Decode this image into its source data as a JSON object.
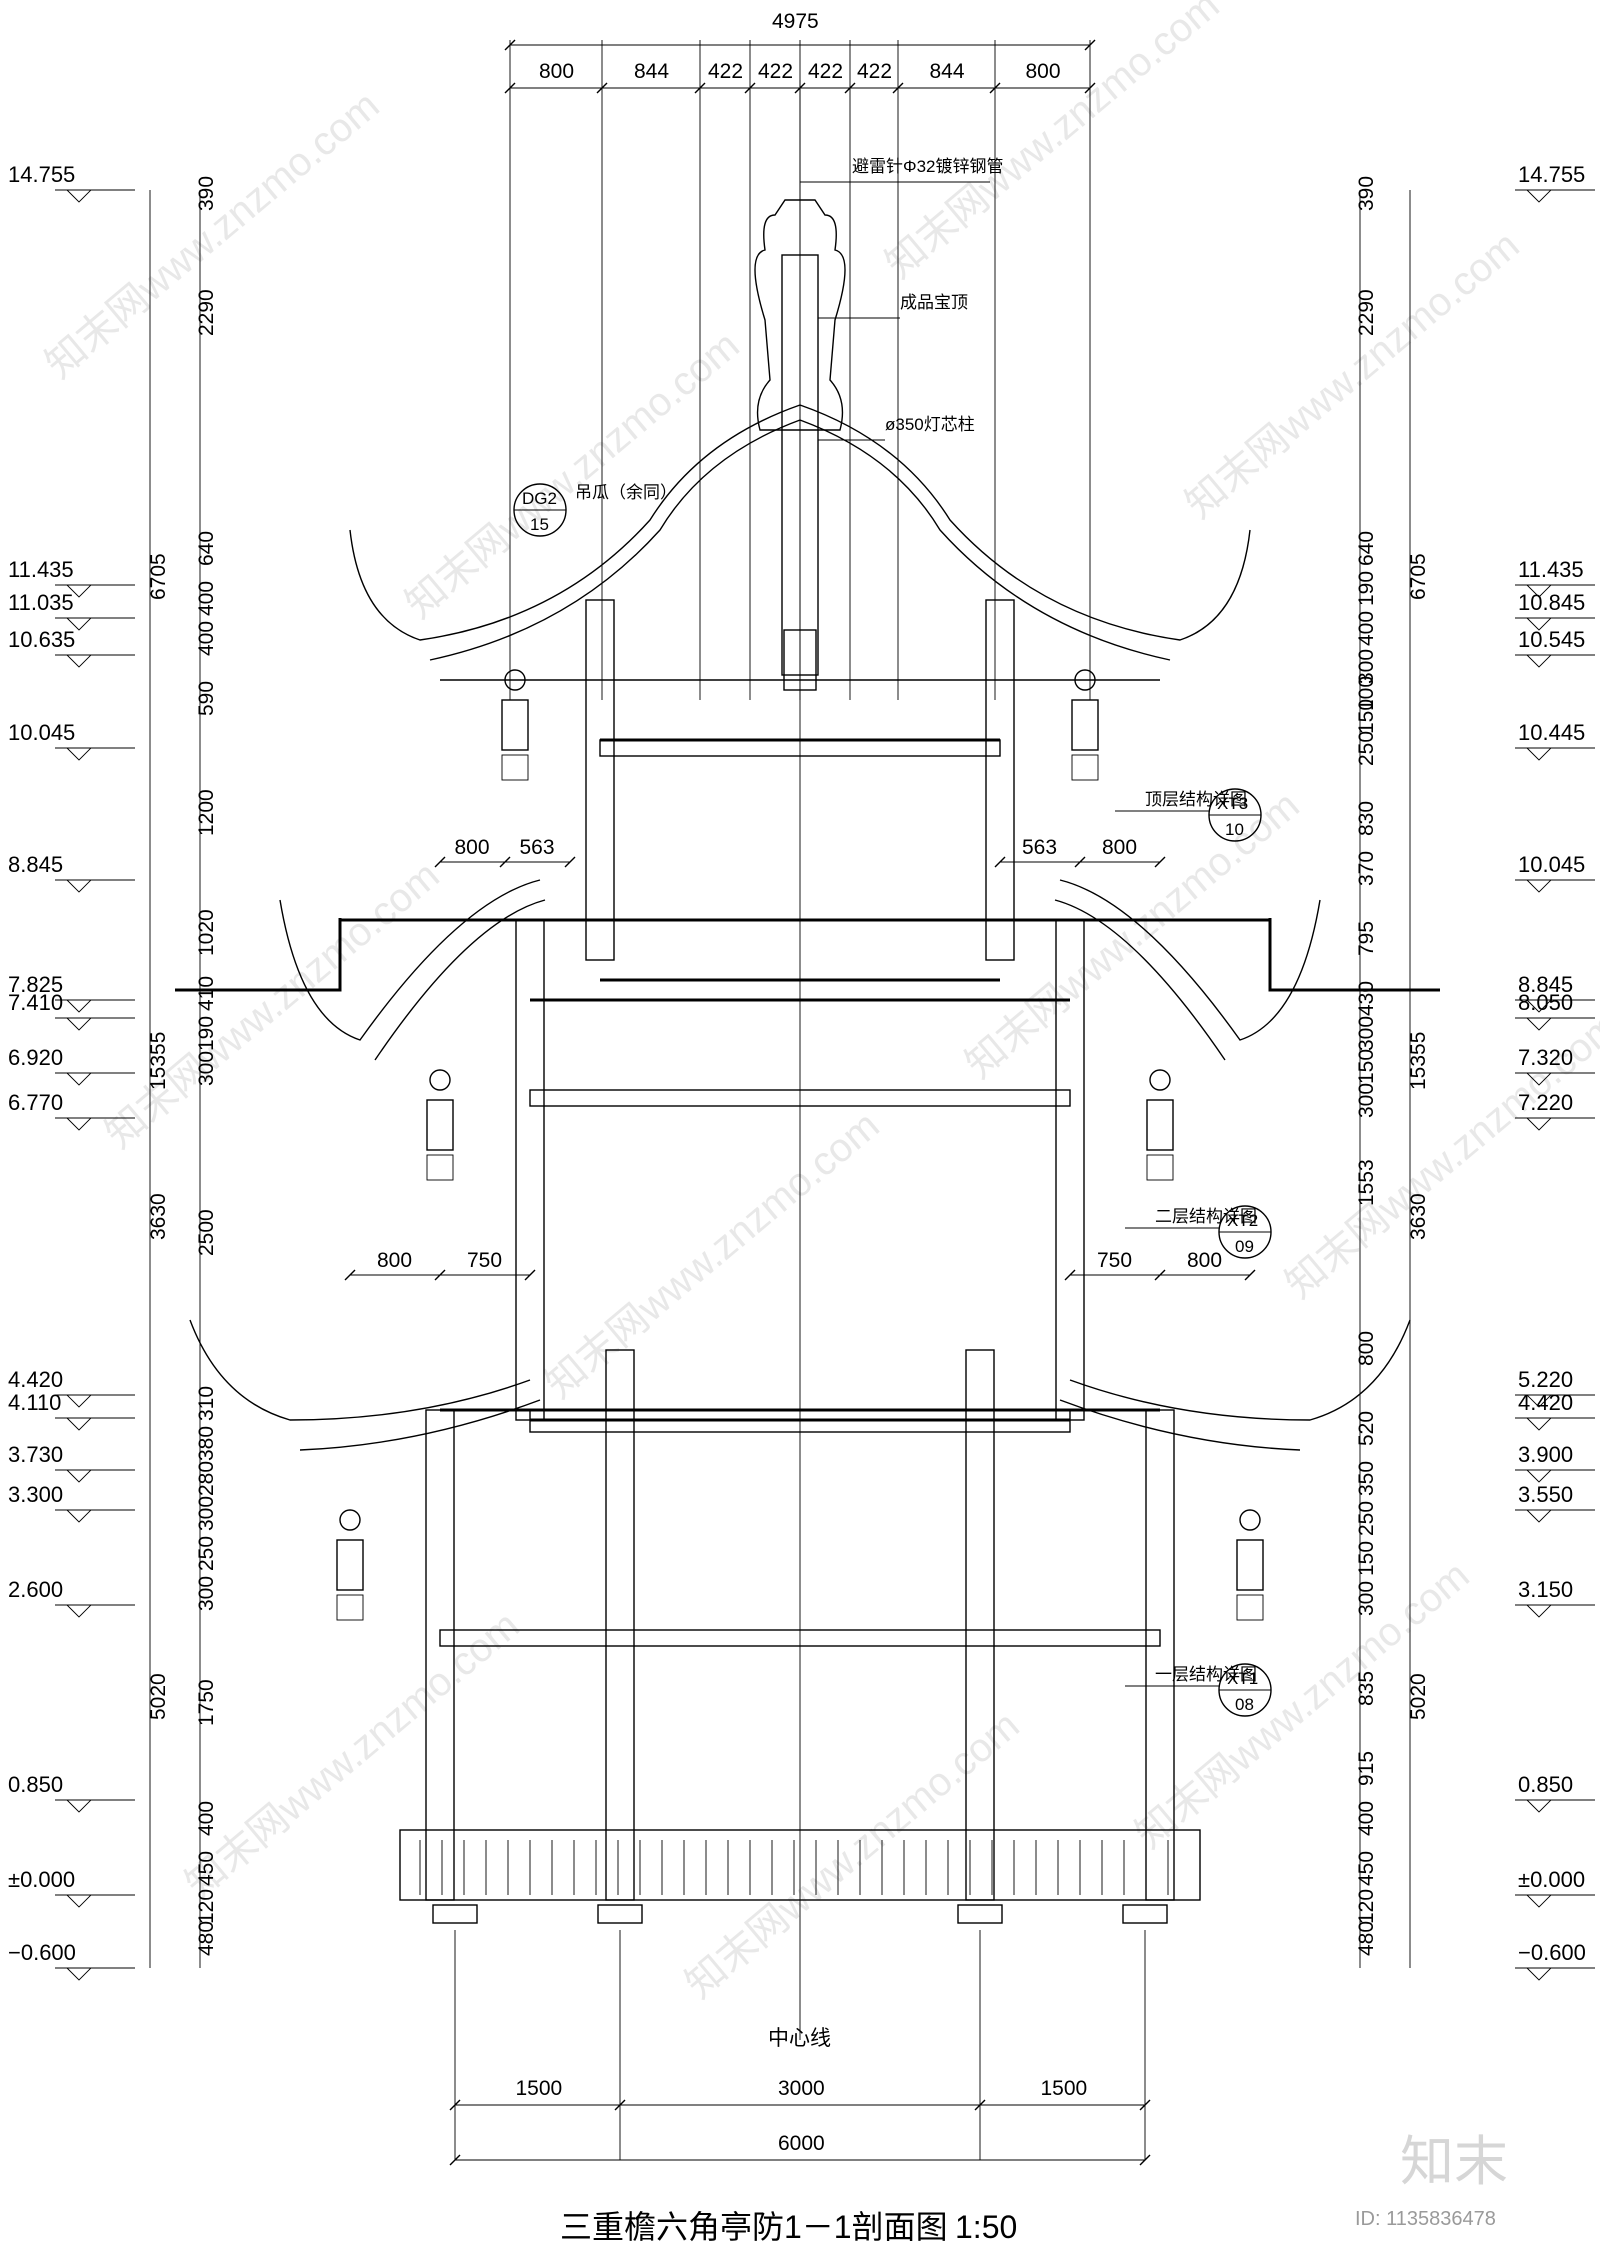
{
  "title": "三重檐六角亭防1－1剖面图",
  "scale": "1:50",
  "watermark": {
    "brand": "知末",
    "id_label": "ID: 1135836478",
    "site": "知末网www.znzmo.com"
  },
  "top_dimensions": {
    "total": "4975",
    "segments": [
      "800",
      "844",
      "422",
      "422",
      "422",
      "422",
      "844",
      "800"
    ]
  },
  "bottom_dimensions": {
    "total": "6000",
    "segments": [
      "1500",
      "3000",
      "1500"
    ]
  },
  "center_line_label": "中心线",
  "annotations": {
    "lightning_rod": "避雷针Φ32镀锌钢管",
    "finial": "成品宝顶",
    "lamp_column": "ø350灯芯柱",
    "hanging_post": "吊瓜（余同）"
  },
  "detail_tags": [
    {
      "code": "DG2",
      "sheet": "15"
    },
    {
      "code": "XT3",
      "sheet": "10",
      "label": "顶层结构详图"
    },
    {
      "code": "XT2",
      "sheet": "09",
      "label": "二层结构详图"
    },
    {
      "code": "XT1",
      "sheet": "08",
      "label": "一层结构详图"
    }
  ],
  "eave_offsets": {
    "upper_left": [
      "800",
      "563"
    ],
    "upper_right": [
      "563",
      "800"
    ],
    "middle_left": [
      "800",
      "750"
    ],
    "middle_right": [
      "750",
      "800"
    ]
  },
  "left_levels": [
    "14.755",
    "11.435",
    "11.035",
    "10.635",
    "10.045",
    "8.845",
    "7.825",
    "7.410",
    "6.920",
    "6.770",
    "4.420",
    "4.110",
    "3.730",
    "3.300",
    "2.600",
    "0.850",
    "±0.000",
    "−0.600"
  ],
  "right_levels": [
    "14.755",
    "11.435",
    "10.845",
    "10.545",
    "10.445",
    "10.045",
    "8.845",
    "8.050",
    "7.320",
    "7.220",
    "5.220",
    "4.420",
    "3.900",
    "3.550",
    "3.150",
    "0.850",
    "±0.000",
    "−0.600"
  ],
  "left_dims_inner": [
    "390",
    "2290",
    "640",
    "400",
    "400",
    "590",
    "1200",
    "1020",
    "410",
    "190",
    "300",
    "2500",
    "310",
    "380",
    "280",
    "300",
    "250",
    "300",
    "1750",
    "400",
    "450",
    "120",
    "480"
  ],
  "left_dims_outer": [
    "6705",
    "15355",
    "3630",
    "5020"
  ],
  "right_dims_inner": [
    "390",
    "2290",
    "640",
    "190",
    "400",
    "300",
    "100",
    "150",
    "250",
    "830",
    "370",
    "795",
    "430",
    "300",
    "150",
    "300",
    "1553",
    "800",
    "520",
    "350",
    "250",
    "150",
    "300",
    "835",
    "915",
    "400",
    "450",
    "120",
    "480"
  ],
  "right_dims_outer": [
    "6705",
    "15355",
    "3630",
    "5020"
  ]
}
